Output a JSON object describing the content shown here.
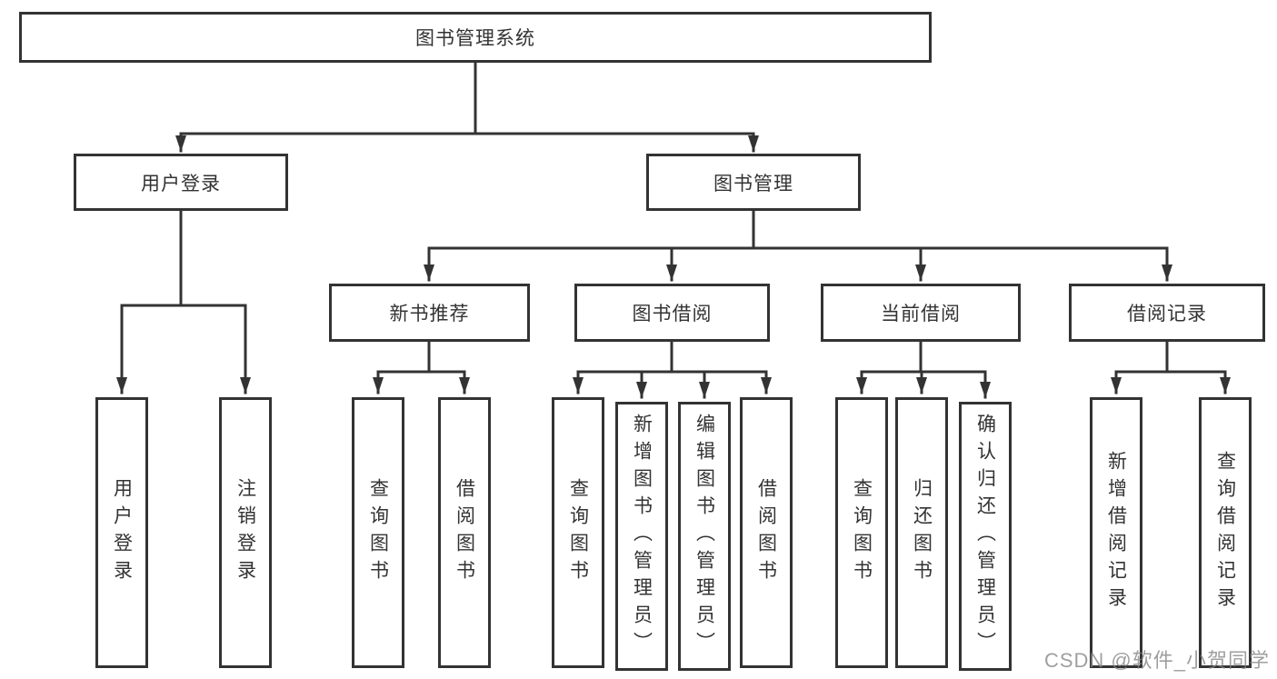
{
  "diagram_title": "图书管理系统",
  "colors": {
    "line": "#333333",
    "border": "#333333",
    "text": "#333333",
    "watermark": "#848484",
    "background": "#ffffff"
  },
  "nodes": {
    "root": {
      "label": "图书管理系统"
    },
    "user_login": {
      "label": "用户登录"
    },
    "book_mgmt": {
      "label": "图书管理"
    },
    "new_book_rec": {
      "label": "新书推荐"
    },
    "book_borrow": {
      "label": "图书借阅"
    },
    "current_borrow": {
      "label": "当前借阅"
    },
    "borrow_records": {
      "label": "借阅记录"
    },
    "login": {
      "label": "用户登录"
    },
    "logout": {
      "label": "注销登录"
    },
    "nbr_query_books": {
      "label": "查询图书"
    },
    "nbr_borrow_books": {
      "label": "借阅图书"
    },
    "bb_query_books": {
      "label": "查询图书"
    },
    "bb_add_books": {
      "label": "新增图书（管理员）"
    },
    "bb_edit_books": {
      "label": "编辑图书（管理员）"
    },
    "bb_borrow_books": {
      "label": "借阅图书"
    },
    "cb_query_books": {
      "label": "查询图书"
    },
    "cb_return_books": {
      "label": "归还图书"
    },
    "cb_confirm_return": {
      "label": "确认归还（管理员）"
    },
    "br_add_record": {
      "label": "新增借阅记录"
    },
    "br_query_record": {
      "label": "查询借阅记录"
    }
  },
  "watermark": {
    "text": "CSDN @软件_小贺同学"
  }
}
